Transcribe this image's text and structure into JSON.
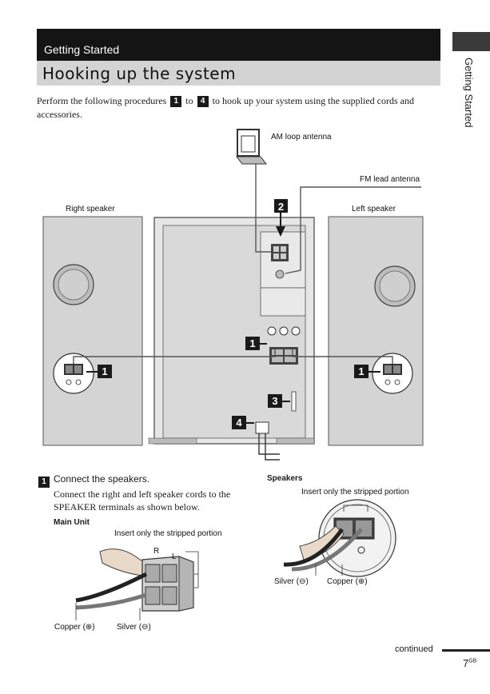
{
  "header": {
    "section": "Getting Started",
    "title": "Hooking up the system",
    "side_tab": "Getting Started"
  },
  "intro": {
    "part1": "Perform the following procedures",
    "n1": "1",
    "to": "to",
    "n4": "4",
    "part2": "to hook up your system using the supplied cords and accessories."
  },
  "diagram": {
    "am_antenna": "AM loop antenna",
    "fm_antenna": "FM lead antenna",
    "right_speaker": "Right speaker",
    "left_speaker": "Left speaker",
    "callouts": [
      "1",
      "2",
      "3",
      "4"
    ]
  },
  "step1": {
    "number": "1",
    "heading": "Connect the speakers.",
    "body": "Connect the right and left speaker cords to the SPEAKER terminals as shown below.",
    "main_unit": "Main Unit",
    "insert_note": "Insert only the stripped portion",
    "r_label": "R",
    "l_label": "L",
    "copper": "Copper (⊕)",
    "silver": "Silver (⊖)"
  },
  "speakers": {
    "heading": "Speakers",
    "insert_note": "Insert only the stripped portion",
    "silver": "Silver (⊖)",
    "copper": "Copper (⊕)"
  },
  "footer": {
    "continued": "continued",
    "page": "7",
    "page_suffix": "GB"
  }
}
